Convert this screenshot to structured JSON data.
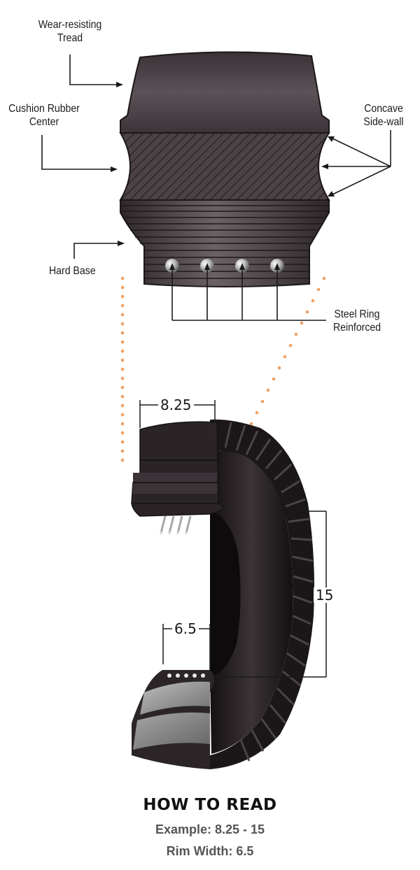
{
  "labels": {
    "tread": [
      "Wear-resisting",
      "Tread"
    ],
    "cushion": [
      "Cushion Rubber",
      "Center"
    ],
    "concave": [
      "Concave",
      "Side-wall"
    ],
    "hard_base": "Hard Base",
    "steel_ring": [
      "Steel Ring",
      "Reinforced"
    ]
  },
  "dimensions": {
    "section_width": "8.25",
    "rim_diameter": "15",
    "rim_width": "6.5"
  },
  "footer": {
    "title": "HOW TO READ",
    "example": "Example: 8.25 - 15",
    "rim_width": "Rim Width: 6.5"
  },
  "colors": {
    "rubber_dark": "#2b2427",
    "rubber_mid": "#4a4246",
    "dots": "#f0a063",
    "text": "#1a1a1a"
  }
}
